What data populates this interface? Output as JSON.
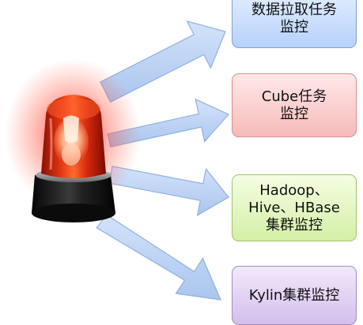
{
  "boxes": [
    {
      "lines": [
        "数据拉取任务",
        "监控"
      ],
      "color": "#b6d1fb"
    },
    {
      "lines": [
        "Cube任务",
        "监控"
      ],
      "color": "#f7baba"
    },
    {
      "lines": [
        "Hadoop、",
        "Hive、HBase",
        "集群监控"
      ],
      "color": "#d4f0a6"
    },
    {
      "lines": [
        "Kylin集群监控"
      ],
      "color": "#d3bfeb"
    }
  ],
  "icon": "siren-alarm-light-icon",
  "arrow_color": "#bfd4f3"
}
